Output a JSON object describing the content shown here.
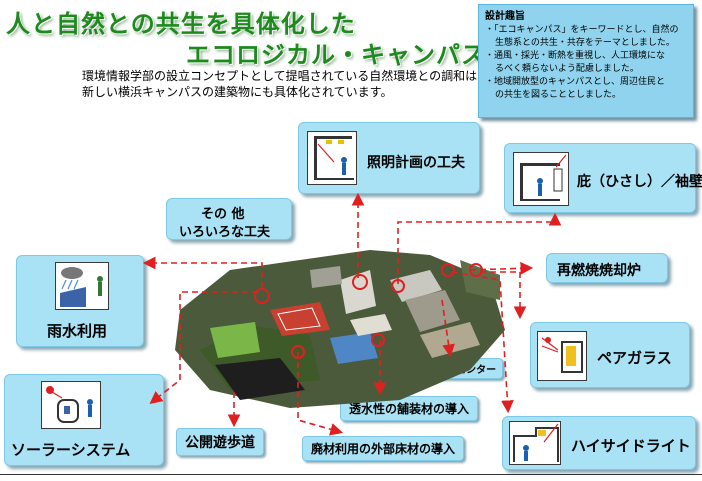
{
  "title": {
    "line1": "人と自然との共生を具体化した",
    "line2": "エコロジカル・キャンパス"
  },
  "intro": {
    "line1": "環境情報学部の設立コンセプトとして提唱されている自然環境との調和は、",
    "line2": "新しい横浜キャンパスの建築物にも具体化されています。"
  },
  "design": {
    "heading": "設計趣旨",
    "lines": [
      "・「エコキャンパス」をキーワードとし、自然の",
      "生態系との共生・共存をテーマとしました。",
      "・通風・採光・断熱を重視し、人工環境にな",
      "るべく頼らないよう配慮しました。",
      "・地域開放型のキャンパスとし、周辺住民と",
      "の共生を図ることとしました。"
    ]
  },
  "features": {
    "lighting": "照明計画の工夫",
    "eaves": "庇（ひさし）／袖壁",
    "other_line1": "その 他",
    "other_line2": "いろいろな工夫",
    "rainwater": "雨水利用",
    "incinerator": "再燃焼焼却炉",
    "pair_glass": "ペアガラス",
    "solar": "ソーラーシステム",
    "walkway": "公開遊歩道",
    "media_center": "情報メディアセンター",
    "permeable": "透水性の舗装材の導入",
    "recycled": "廃材利用の外部床材の導入",
    "high_side": "ハイサイドライト"
  },
  "colors": {
    "title": "#1c8a1c",
    "card": "#a9e2f5",
    "arrow": "#e02020"
  }
}
